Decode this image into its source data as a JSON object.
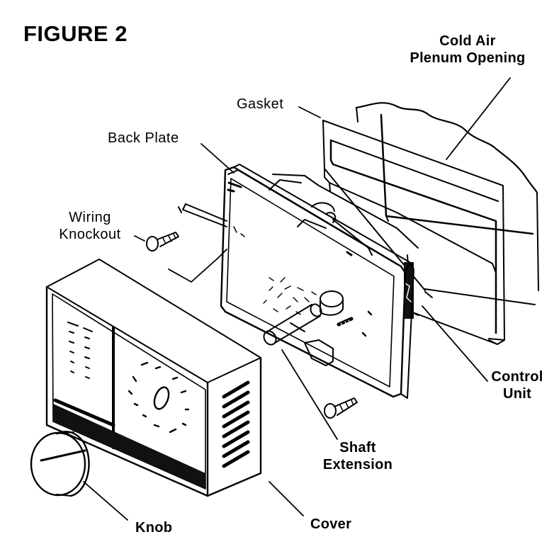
{
  "figure": {
    "title": "FIGURE 2"
  },
  "labels": {
    "cold_air_line1": "Cold Air",
    "cold_air_line2": "Plenum Opening",
    "gasket": "Gasket",
    "back_plate": "Back Plate",
    "wiring_line1": "Wiring",
    "wiring_line2": "Knockout",
    "control_line1": "Control",
    "control_line2": "Unit",
    "shaft_line1": "Shaft",
    "shaft_line2": "Extension",
    "knob": "Knob",
    "cover": "Cover"
  },
  "colors": {
    "ink": "#000000",
    "paper": "#ffffff",
    "shade": "#111111"
  }
}
